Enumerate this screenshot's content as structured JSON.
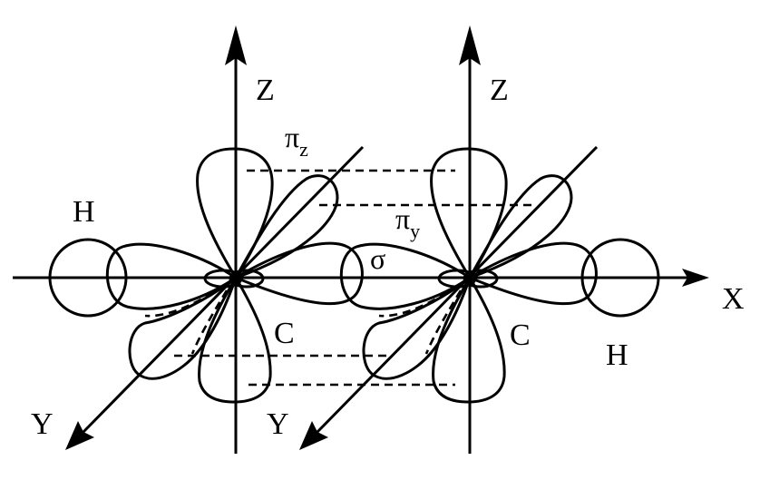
{
  "labels": {
    "z_left": "Z",
    "z_right": "Z",
    "x_axis": "X",
    "y_left": "Y",
    "y_right": "Y",
    "h_left": "H",
    "h_right": "H",
    "c_left": "C",
    "c_right": "C",
    "pi": "π",
    "pi_z_sub": "z",
    "pi_y_sub": "y",
    "sigma": "σ"
  },
  "colors": {
    "stroke": "#000000",
    "background": "#ffffff"
  }
}
